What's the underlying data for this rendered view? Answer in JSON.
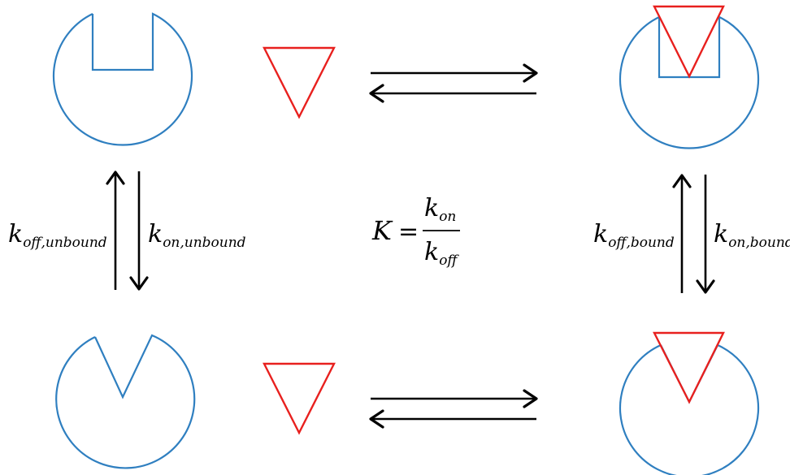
{
  "colors": {
    "receptor": "#2f7fc0",
    "ligand": "#e8201e",
    "arrow": "#000000"
  },
  "rates": {
    "left_up": {
      "base": "k",
      "sub": "off,unbound"
    },
    "left_down": {
      "base": "k",
      "sub": "on,unbound"
    },
    "right_up": {
      "base": "k",
      "sub": "off,bound"
    },
    "right_down": {
      "base": "k",
      "sub": "on,bound"
    }
  },
  "equation": {
    "lhs": "K",
    "equals": "=",
    "numerator": {
      "base": "k",
      "sub": "on"
    },
    "denominator": {
      "base": "k",
      "sub": "off"
    }
  }
}
